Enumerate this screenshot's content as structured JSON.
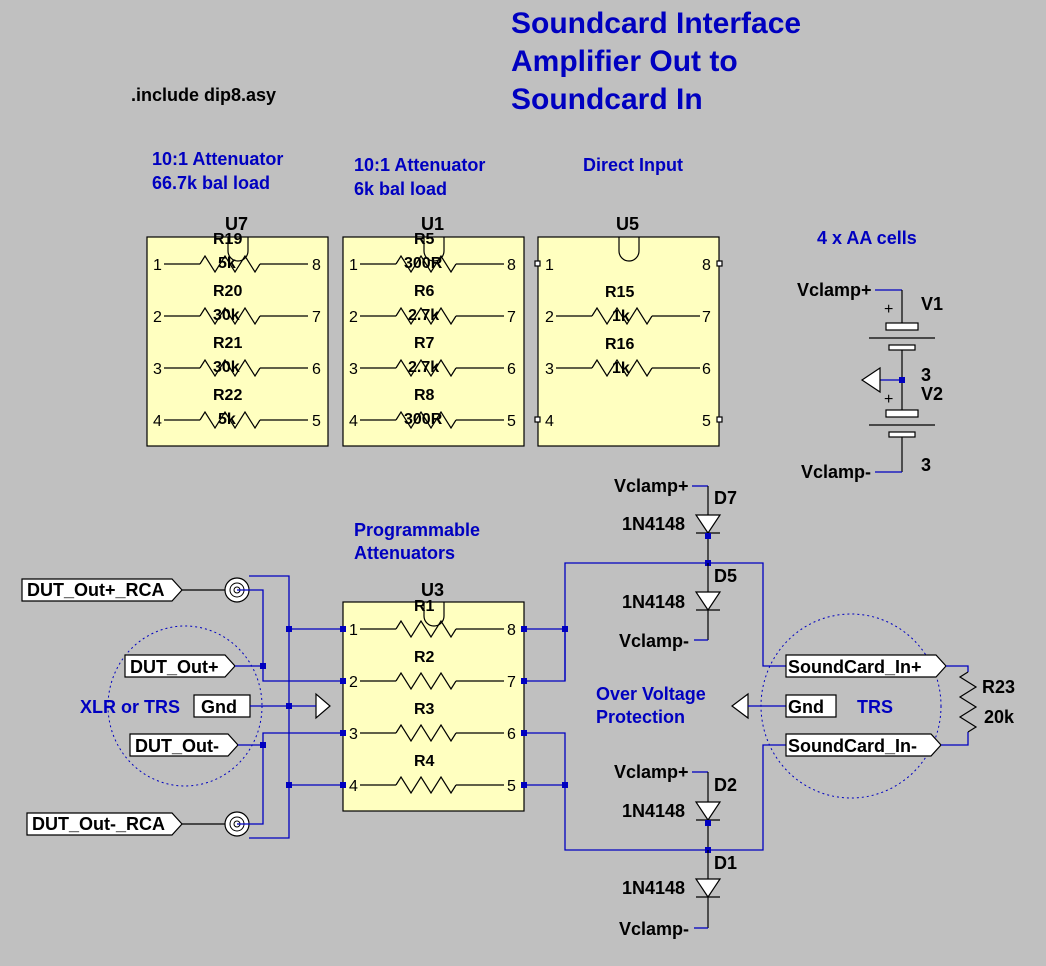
{
  "title": {
    "line1": "Soundcard Interface",
    "line2": "Amplifier Out to",
    "line3": "Soundcard In"
  },
  "directive": ".include dip8.asy",
  "colors": {
    "background": "#c0c0c0",
    "wire": "#0000c0",
    "ic_body": "#ffffc0",
    "annotation": "#0000c0"
  },
  "attenuator_blocks": [
    {
      "heading1": "10:1 Attenuator",
      "heading2": "66.7k bal load",
      "ref": "U7",
      "resistors": [
        {
          "name": "R19",
          "value": "5k"
        },
        {
          "name": "R20",
          "value": "30k"
        },
        {
          "name": "R21",
          "value": "30k"
        },
        {
          "name": "R22",
          "value": "5k"
        }
      ]
    },
    {
      "heading1": "10:1 Attenuator",
      "heading2": "6k bal load",
      "ref": "U1",
      "resistors": [
        {
          "name": "R5",
          "value": "300R"
        },
        {
          "name": "R6",
          "value": "2.7k"
        },
        {
          "name": "R7",
          "value": "2.7k"
        },
        {
          "name": "R8",
          "value": "300R"
        }
      ]
    },
    {
      "heading1": "Direct Input",
      "heading2": "",
      "ref": "U5",
      "resistors": [
        {
          "name": "R15",
          "value": "1k"
        },
        {
          "name": "R16",
          "value": "1k"
        }
      ]
    }
  ],
  "pins": {
    "left": [
      "1",
      "2",
      "3",
      "4"
    ],
    "right": [
      "8",
      "7",
      "6",
      "5"
    ]
  },
  "battery": {
    "heading": "4 x AA cells",
    "pos_label": "Vclamp+",
    "neg_label": "Vclamp-",
    "v1_name": "V1",
    "v1_value": "3",
    "v2_name": "V2",
    "v2_value": "3"
  },
  "programmable": {
    "heading1": "Programmable",
    "heading2": "Attenuators",
    "ref": "U3",
    "resistors": [
      {
        "name": "R1"
      },
      {
        "name": "R2"
      },
      {
        "name": "R3"
      },
      {
        "name": "R4"
      }
    ]
  },
  "inputs": {
    "rca_pos": "DUT_Out+_RCA",
    "rca_neg": "DUT_Out-_RCA",
    "xlr_pos": "DUT_Out+",
    "xlr_gnd": "Gnd",
    "xlr_neg": "DUT_Out-",
    "xlr_caption": "XLR or TRS"
  },
  "protection": {
    "caption1": "Over Voltage",
    "caption2": "Protection",
    "diodes": [
      {
        "name": "D7",
        "part": "1N4148",
        "supply": "Vclamp+"
      },
      {
        "name": "D5",
        "part": "1N4148",
        "supply": "Vclamp-"
      },
      {
        "name": "D2",
        "part": "1N4148",
        "supply": "Vclamp+"
      },
      {
        "name": "D1",
        "part": "1N4148",
        "supply": "Vclamp-"
      }
    ]
  },
  "outputs": {
    "pos": "SoundCard_In+",
    "gnd": "Gnd",
    "neg": "SoundCard_In-",
    "caption": "TRS",
    "load_name": "R23",
    "load_value": "20k"
  }
}
